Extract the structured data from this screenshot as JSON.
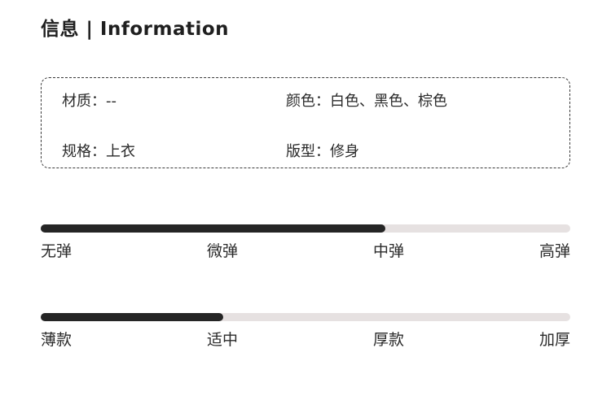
{
  "header": {
    "title": "信息 | Information"
  },
  "info": {
    "material": {
      "label": "材质：",
      "value": "--"
    },
    "color": {
      "label": "颜色：",
      "value": "白色、黑色、棕色"
    },
    "spec": {
      "label": "规格：",
      "value": "上衣"
    },
    "fit": {
      "label": "版型：",
      "value": "修身"
    }
  },
  "elasticity": {
    "labels": [
      "无弹",
      "微弹",
      "中弹",
      "高弹"
    ],
    "selected": "中弹",
    "level": 0.65
  },
  "thickness": {
    "labels": [
      "薄款",
      "适中",
      "厚款",
      "加厚"
    ],
    "selected": "适中",
    "level": 0.345
  },
  "colors": {
    "fill": "#252525",
    "track": "#e6e1e1",
    "border": "#3a3a3a"
  }
}
